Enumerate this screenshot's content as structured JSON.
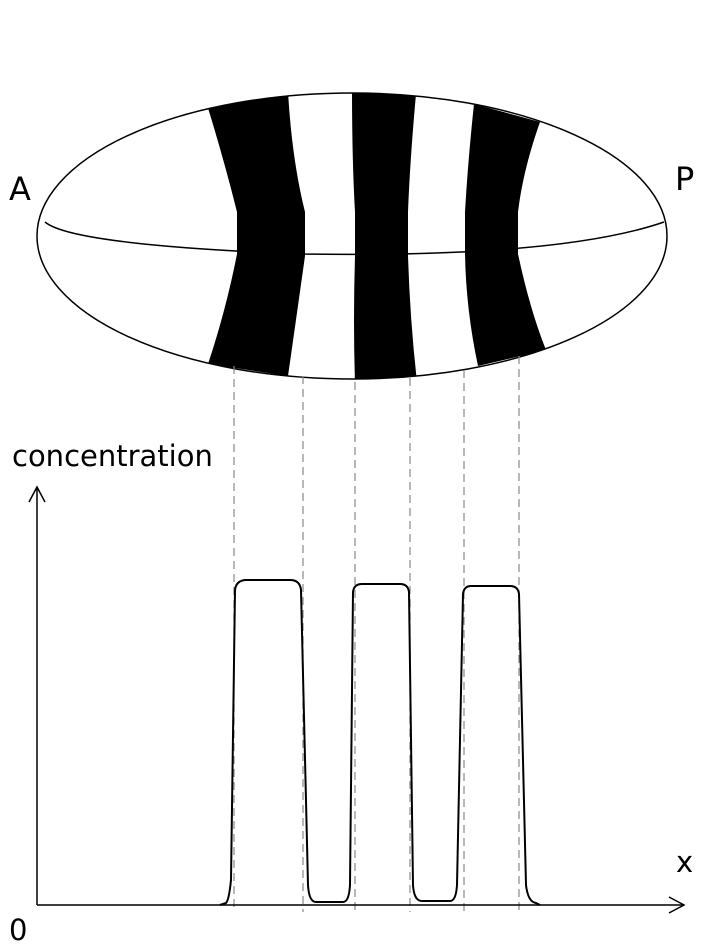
{
  "embryo": {
    "anterior_label": "A",
    "posterior_label": "P",
    "stripe_color": "#000000",
    "stripe_count": 3
  },
  "graph": {
    "ylabel": "concentration",
    "xlabel": "x",
    "origin_label": "0",
    "line_color": "#000000",
    "profile_peaks": 3
  }
}
